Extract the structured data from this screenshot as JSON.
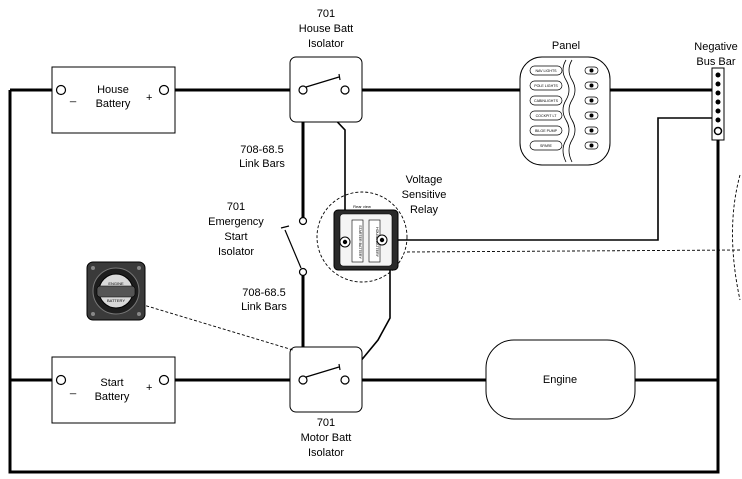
{
  "house_battery": {
    "line1": "House",
    "line2": "Battery",
    "neg": "_",
    "pos": "+"
  },
  "start_battery": {
    "line1": "Start",
    "line2": "Battery",
    "neg": "_",
    "pos": "+"
  },
  "house_isolator": {
    "line1": "701",
    "line2": "House Batt",
    "line3": "Isolator"
  },
  "motor_isolator": {
    "line1": "701",
    "line2": "Motor Batt",
    "line3": "Isolator"
  },
  "emergency_isolator": {
    "line1": "701",
    "line2": "Emergency",
    "line3": "Start",
    "line4": "Isolator"
  },
  "link_bars_top": {
    "line1": "708-68.5",
    "line2": "Link Bars"
  },
  "link_bars_bottom": {
    "line1": "708-68.5",
    "line2": "Link Bars"
  },
  "vsr": {
    "line1": "Voltage",
    "line2": "Sensitive",
    "line3": "Relay",
    "rear_view": "Rear view",
    "sub1": "STARTER BATTERY",
    "sub2": "HOUSE BATTERY"
  },
  "panel": {
    "title": "Panel",
    "switches": [
      "NAV LIGHTS",
      "POLE LIGHTS",
      "CABINLIGHTS",
      "COCKPIT LT",
      "BILGE PUMP",
      "SPARE"
    ]
  },
  "bus_bar": {
    "line1": "Negative",
    "line2": "Bus Bar"
  },
  "engine": {
    "label": "Engine"
  },
  "switch_knob": {
    "line1": "ENGINE",
    "line2": "BATTERY"
  }
}
